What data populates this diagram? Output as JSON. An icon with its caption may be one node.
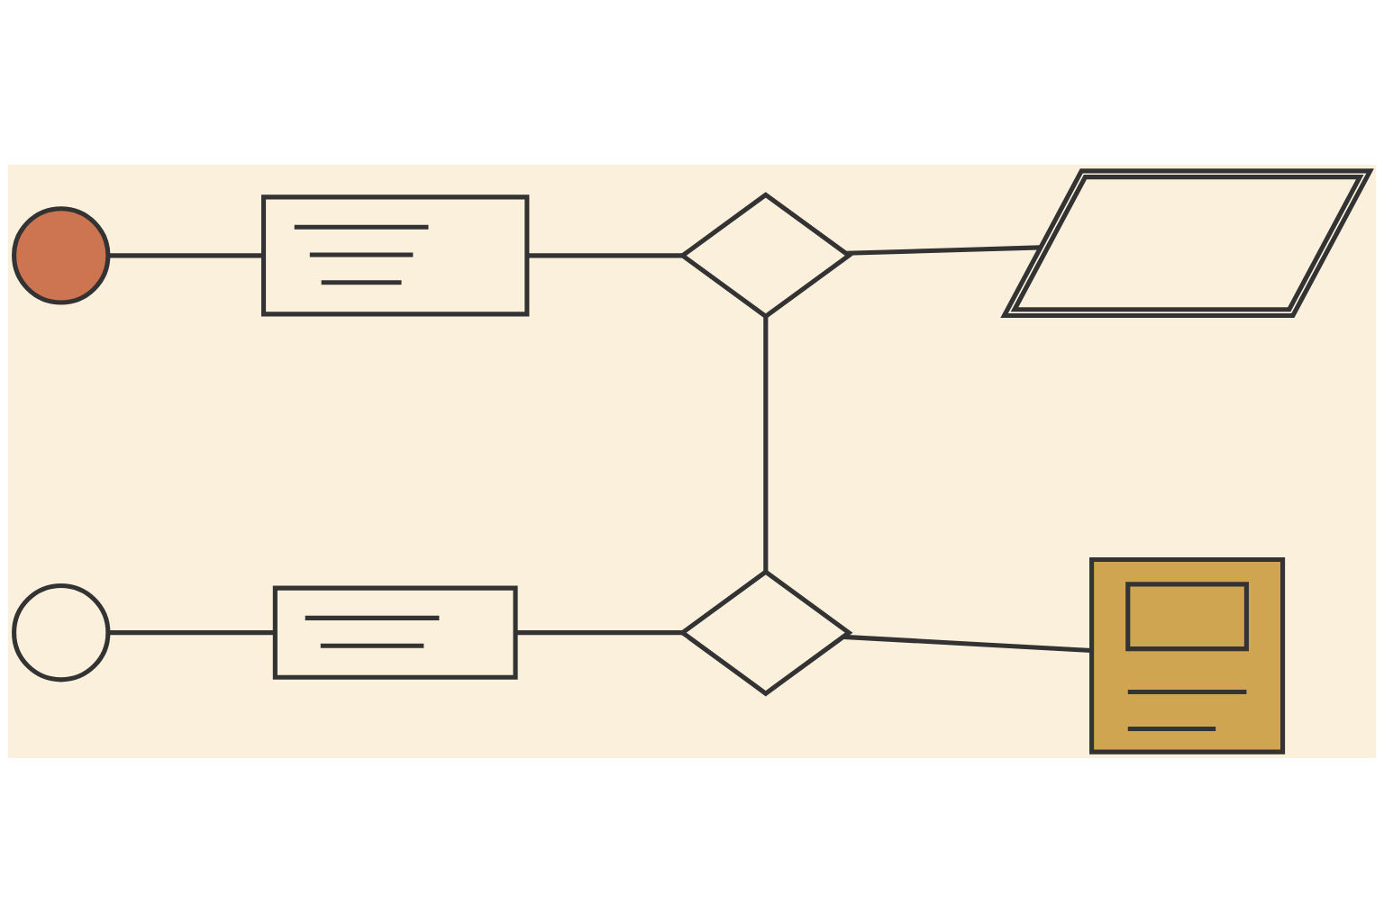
{
  "diagram": {
    "nodes": [
      {
        "text": [],
        "shape": "circle"
      },
      {
        "text": [],
        "shape": "box"
      },
      {
        "text": [],
        "shape": "diamond"
      },
      {
        "text": [],
        "shape": "picture"
      },
      {
        "text": [],
        "shape": "circle"
      },
      {
        "text": [],
        "shape": "box"
      },
      {
        "text": [],
        "shape": "diamond"
      },
      {
        "text": [],
        "shape": "document"
      }
    ],
    "edges": [
      {
        "from": 0,
        "to": 1,
        "arrow": "none"
      },
      {
        "from": 1,
        "to": 2,
        "arrow": "none"
      },
      {
        "from": 2,
        "to": 3,
        "arrow": "none"
      },
      {
        "from": 2,
        "to": 6,
        "arrow": "none"
      },
      {
        "from": 4,
        "to": 5,
        "arrow": "none"
      },
      {
        "from": 5,
        "to": 6,
        "arrow": "none"
      },
      {
        "from": 6,
        "to": 7,
        "arrow": "none"
      }
    ]
  }
}
